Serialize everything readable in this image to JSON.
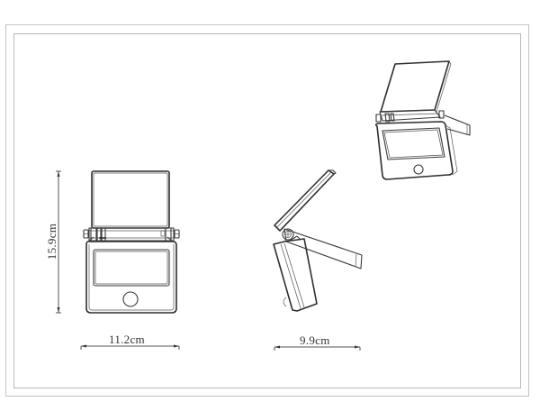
{
  "drawing": {
    "type": "technical-dimension-drawing",
    "subject": "LED floodlight with solar panel and motion sensor",
    "views": [
      {
        "name": "front-view"
      },
      {
        "name": "side-view"
      },
      {
        "name": "isometric-view"
      }
    ]
  },
  "dimensions": {
    "height": "15.9cm",
    "width": "11.2cm",
    "depth": "9.9cm"
  },
  "colors": {
    "line": "#3a3a3a",
    "frame": "#c0c0c0",
    "background": "#ffffff"
  }
}
